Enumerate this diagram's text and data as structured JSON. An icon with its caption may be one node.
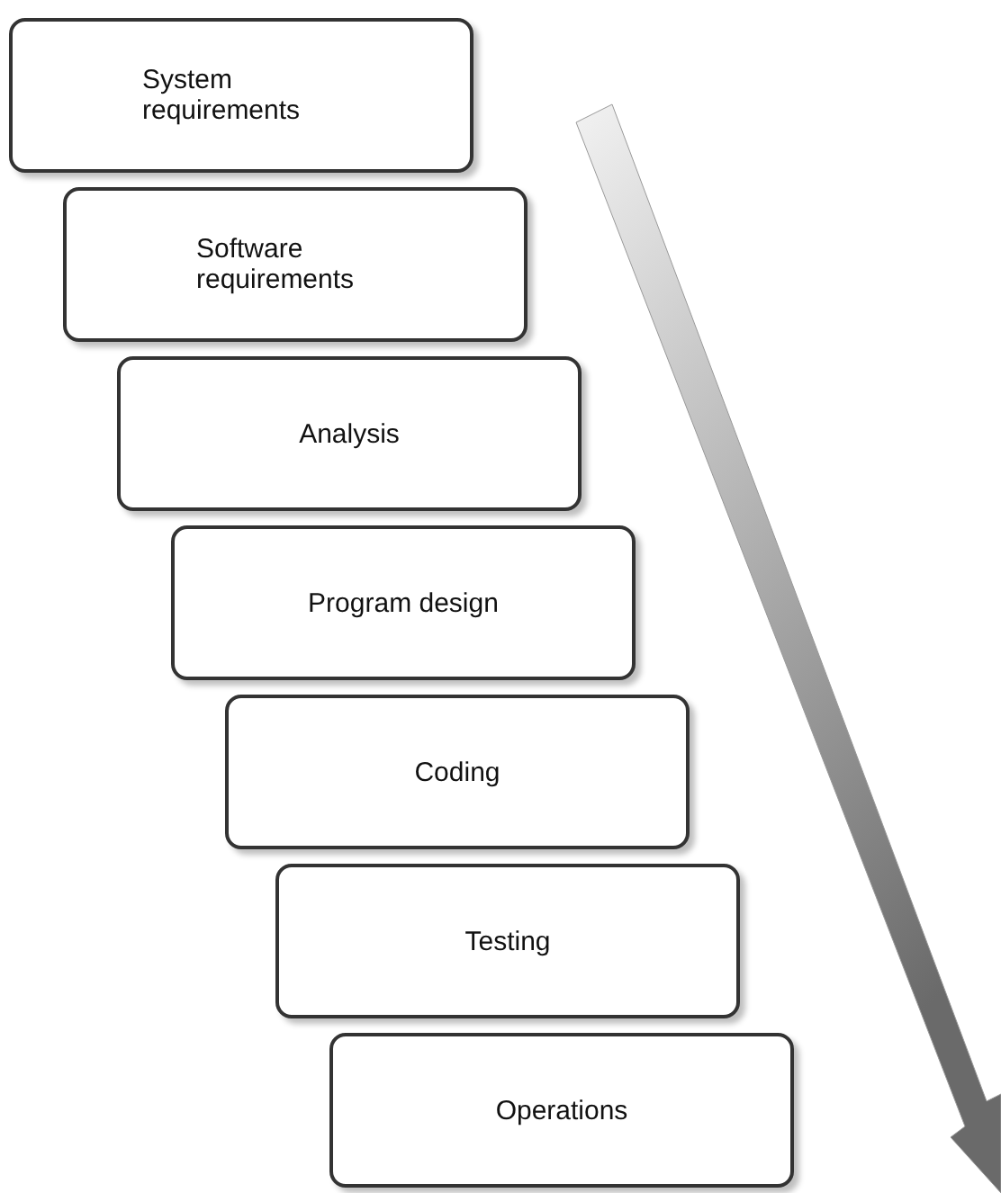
{
  "diagram": {
    "nodes": [
      {
        "text": [
          "System requirements"
        ]
      },
      {
        "text": [
          "Software requirements"
        ]
      },
      {
        "text": [
          "Analysis"
        ]
      },
      {
        "text": [
          "Program design"
        ]
      },
      {
        "text": [
          "Coding"
        ]
      },
      {
        "text": [
          "Testing"
        ]
      },
      {
        "text": [
          "Operations"
        ]
      }
    ]
  }
}
